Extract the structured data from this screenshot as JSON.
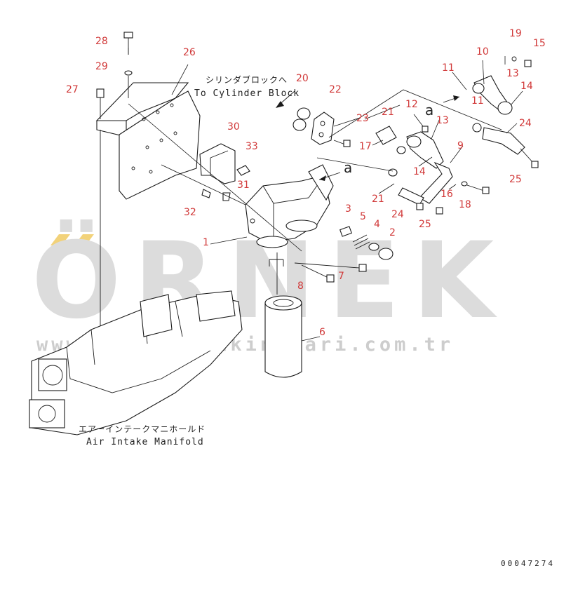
{
  "watermark": {
    "brand": "ÖRNEK",
    "url": "www.ornekismakinalari.com.tr",
    "accent_color": "#f2d27a",
    "text_color": "#d8d8d8"
  },
  "labels": {
    "to_cylinder_block_jp": "シリンダブロックへ",
    "to_cylinder_block_en": "To Cylinder Block",
    "air_intake_manifold_jp": "エアーインテークマニホールド",
    "air_intake_manifold_en": "Air Intake Manifold",
    "ref_a1": "a",
    "ref_a2": "a",
    "drawing_code": "00047274"
  },
  "part_numbers": {
    "p1": "1",
    "p2": "2",
    "p3": "3",
    "p4": "4",
    "p5": "5",
    "p6": "6",
    "p7": "7",
    "p8": "8",
    "p9": "9",
    "p10": "10",
    "p11a": "11",
    "p11b": "11",
    "p12": "12",
    "p13a": "13",
    "p13b": "13",
    "p14a": "14",
    "p14b": "14",
    "p15": "15",
    "p16": "16",
    "p17": "17",
    "p18": "18",
    "p19": "19",
    "p20": "20",
    "p21a": "21",
    "p21b": "21",
    "p22": "22",
    "p23": "23",
    "p24a": "24",
    "p24b": "24",
    "p25a": "25",
    "p25b": "25",
    "p26": "26",
    "p27": "27",
    "p28": "28",
    "p29": "29",
    "p30": "30",
    "p31": "31",
    "p32": "32",
    "p33": "33"
  },
  "colors": {
    "part_number": "#d13a3a",
    "line": "#1a1a1a"
  }
}
